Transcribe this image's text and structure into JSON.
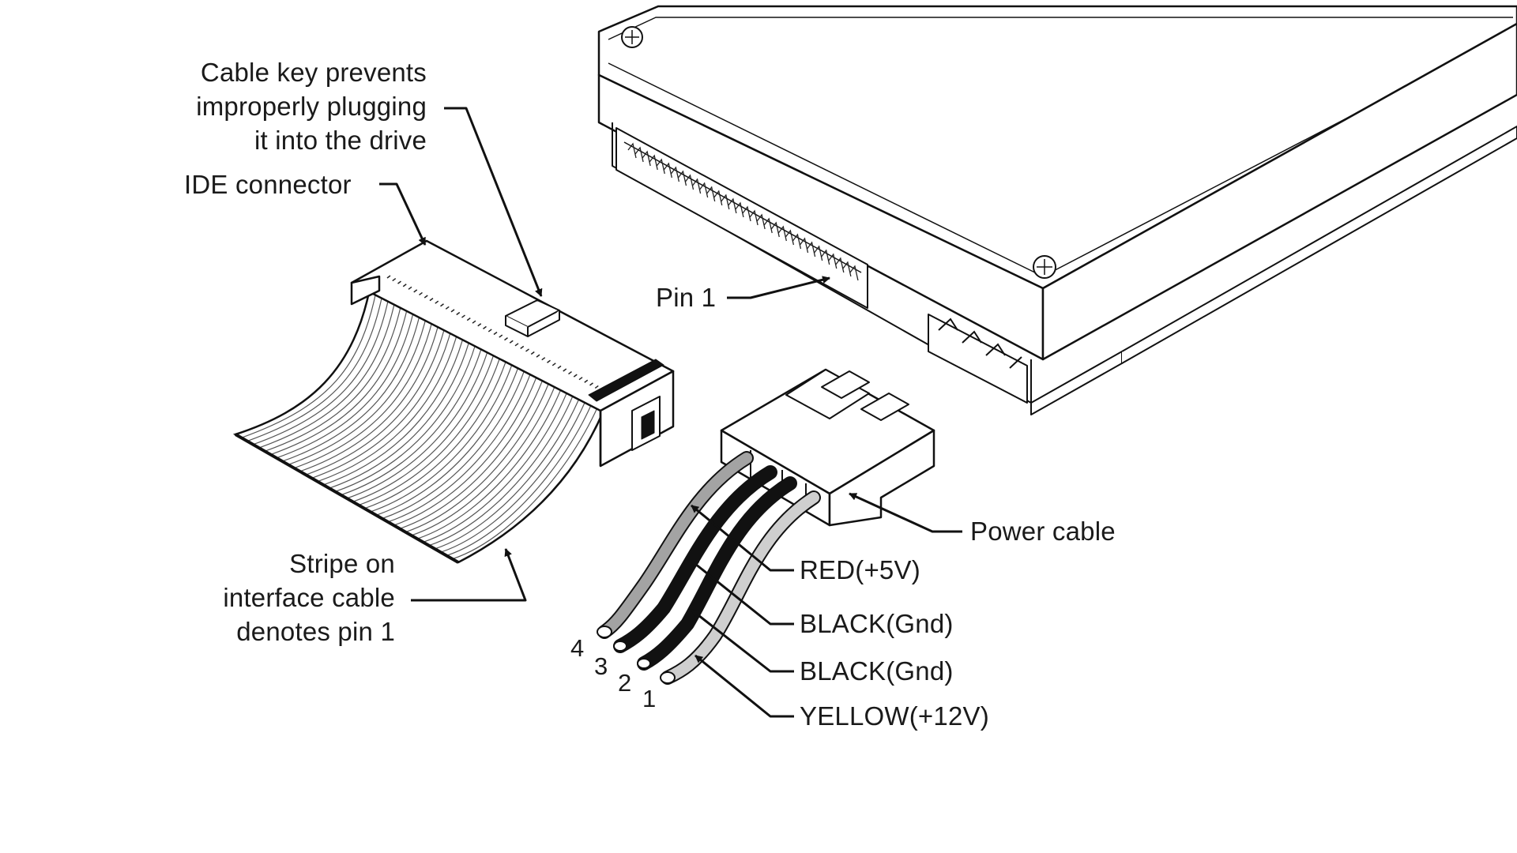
{
  "callouts": {
    "cable_key": [
      "Cable key prevents",
      "improperly plugging",
      "it into the drive"
    ],
    "ide_connector": "IDE connector",
    "pin1": "Pin 1",
    "power_cable": "Power cable",
    "stripe": [
      "Stripe on",
      "interface cable",
      "denotes pin 1"
    ]
  },
  "wires": [
    {
      "number": "1",
      "label": "YELLOW(+12V)",
      "color": "#cfcfcf"
    },
    {
      "number": "2",
      "label": "BLACK(Gnd)",
      "color": "#111111"
    },
    {
      "number": "3",
      "label": "BLACK(Gnd)",
      "color": "#111111"
    },
    {
      "number": "4",
      "label": "RED(+5V)",
      "color": "#a3a3a3"
    }
  ]
}
